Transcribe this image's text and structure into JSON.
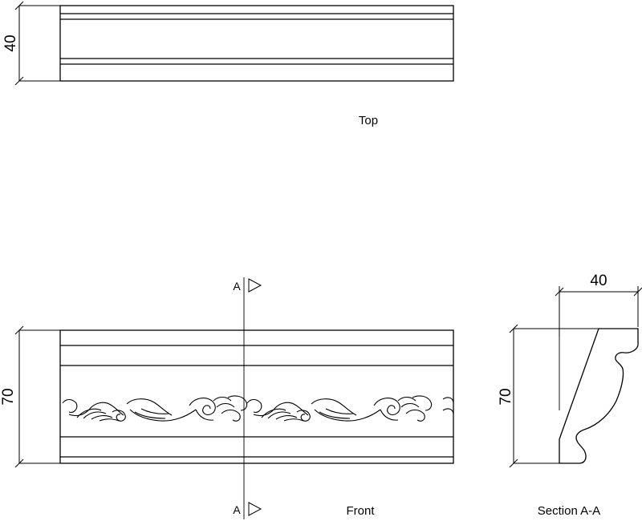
{
  "top_view": {
    "caption": "Top",
    "height_dimension": "40"
  },
  "front_view": {
    "caption": "Front",
    "height_dimension": "70",
    "section_mark_top": "A",
    "section_mark_bottom": "A"
  },
  "section_view": {
    "caption": "Section A-A",
    "height_dimension": "70",
    "width_dimension": "40"
  }
}
